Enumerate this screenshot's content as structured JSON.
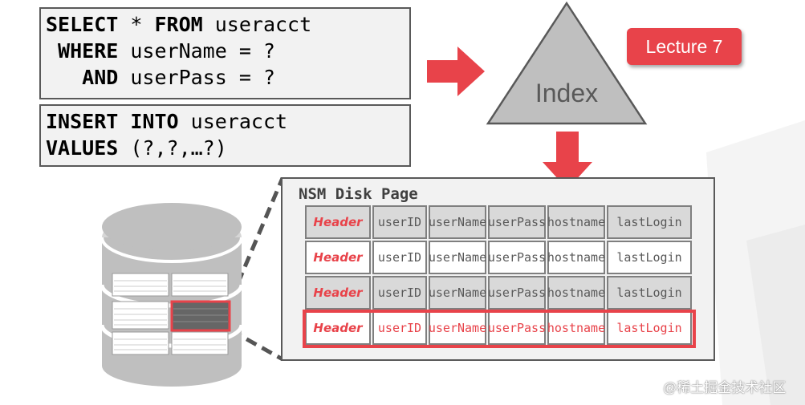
{
  "sql": {
    "select": {
      "line1_kw1": "SELECT",
      "line1_rest": " * ",
      "line1_kw2": "FROM",
      "line1_table": " useracct",
      "line2_kw": " WHERE",
      "line2_rest": " userName = ?",
      "line3_kw": "   AND",
      "line3_rest": " userPass = ?"
    },
    "insert": {
      "line1_kw1": "INSERT",
      "line1_kw2": "INTO",
      "line1_table": " useracct",
      "line2_kw": "VALUES",
      "line2_rest": " (?,?,…?)"
    }
  },
  "lecture_badge": "Lecture 7",
  "index_label": "Index",
  "nsm": {
    "title": "NSM Disk Page",
    "header_label": "Header",
    "columns": [
      "userID",
      "userName",
      "userPass",
      "hostname",
      "lastLogin"
    ],
    "rows": [
      {
        "style": "gray"
      },
      {
        "style": "white"
      },
      {
        "style": "gray"
      },
      {
        "style": "red"
      }
    ]
  },
  "colors": {
    "accent_red": "#e8434a",
    "gray_fill": "#d9d9d9",
    "border": "#595959"
  },
  "watermark": "@稀土掘金技术社区"
}
